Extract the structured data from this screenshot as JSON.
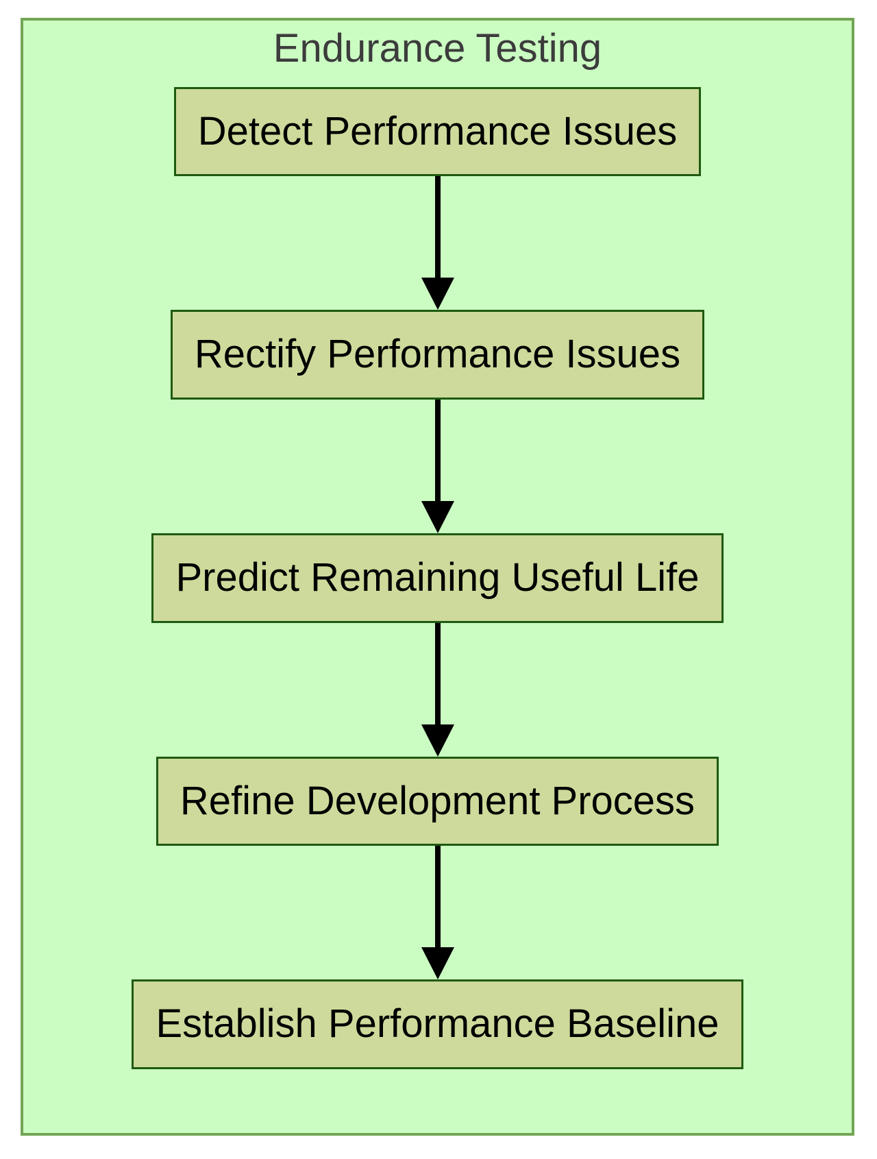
{
  "diagram": {
    "title": "Endurance Testing",
    "nodes": [
      {
        "label": "Detect Performance Issues"
      },
      {
        "label": "Rectify Performance Issues"
      },
      {
        "label": "Predict Remaining Useful Life"
      },
      {
        "label": "Refine Development Process"
      },
      {
        "label": "Establish Performance Baseline"
      }
    ],
    "connector_style": "downward-arrow",
    "colors": {
      "canvas_background": "#ffffff",
      "container_fill": "#cbfdc3",
      "container_border": "#73a555",
      "node_fill": "#cdda9b",
      "node_border": "#1e5a10",
      "node_text": "#000000",
      "title_text": "#3c3c3c",
      "arrow": "#000000"
    }
  }
}
